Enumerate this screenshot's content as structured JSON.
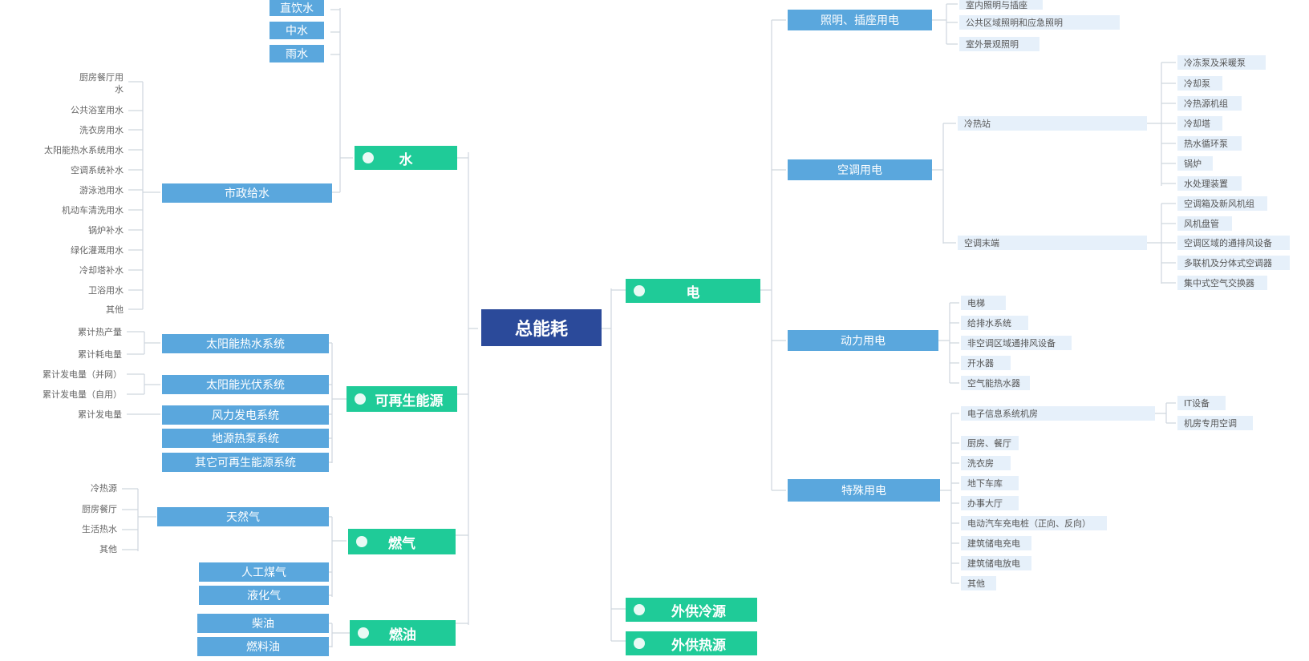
{
  "root": "总能耗",
  "categories": {
    "water": "水",
    "renewable": "可再生能源",
    "gas": "燃气",
    "oil": "燃油",
    "electricity": "电",
    "ext_cooling": "外供冷源",
    "ext_heating": "外供热源"
  },
  "water": {
    "direct": [
      "直饮水",
      "中水",
      "雨水"
    ],
    "municipal": "市政给水",
    "municipal_uses": [
      "厨房餐厅用水",
      "公共浴室用水",
      "洗衣房用水",
      "太阳能热水系统用水",
      "空调系统补水",
      "游泳池用水",
      "机动车清洗用水",
      "锅炉补水",
      "绿化灌溉用水",
      "冷却塔补水",
      "卫浴用水",
      "其他"
    ]
  },
  "renewable": {
    "systems": [
      "太阳能热水系统",
      "太阳能光伏系统",
      "风力发电系统",
      "地源热泵系统",
      "其它可再生能源系统"
    ],
    "solar_hot_water_metrics": [
      "累计热产量",
      "累计耗电量"
    ],
    "pv_metrics": [
      "累计发电量（并网）",
      "累计发电量（自用）"
    ],
    "wind_metrics": [
      "累计发电量"
    ]
  },
  "gas": {
    "natural_gas": "天然气",
    "natural_gas_uses": [
      "冷热源",
      "厨房餐厅",
      "生活热水",
      "其他"
    ],
    "others": [
      "人工煤气",
      "液化气"
    ]
  },
  "oil": {
    "items": [
      "柴油",
      "燃料油"
    ]
  },
  "electricity": {
    "lighting": "照明、插座用电",
    "lighting_items": [
      "室内照明与插座",
      "公共区域照明和应急照明",
      "室外景观照明"
    ],
    "hvac": "空调用电",
    "hvac_station": "冷热站",
    "hvac_station_items": [
      "冷冻泵及采暖泵",
      "冷却泵",
      "冷热源机组",
      "冷却塔",
      "热水循环泵",
      "锅炉",
      "水处理装置"
    ],
    "hvac_terminal": "空调末端",
    "hvac_terminal_items": [
      "空调箱及新风机组",
      "风机盘管",
      "空调区域的通排风设备",
      "多联机及分体式空调器",
      "集中式空气交换器"
    ],
    "power": "动力用电",
    "power_items": [
      "电梯",
      "给排水系统",
      "非空调区域通排风设备",
      "开水器",
      "空气能热水器"
    ],
    "special": "特殊用电",
    "server_room": "电子信息系统机房",
    "server_room_items": [
      "IT设备",
      "机房专用空调"
    ],
    "special_items": [
      "厨房、餐厅",
      "洗衣房",
      "地下车库",
      "办事大厅",
      "电动汽车充电桩（正向、反向）",
      "建筑储电充电",
      "建筑储电放电",
      "其他"
    ]
  },
  "colors": {
    "root": "#2b4a9a",
    "category": "#1fcb98",
    "sub": "#5aa7dd",
    "leaf": "#e6f0fa",
    "line": "#cfd6de"
  }
}
